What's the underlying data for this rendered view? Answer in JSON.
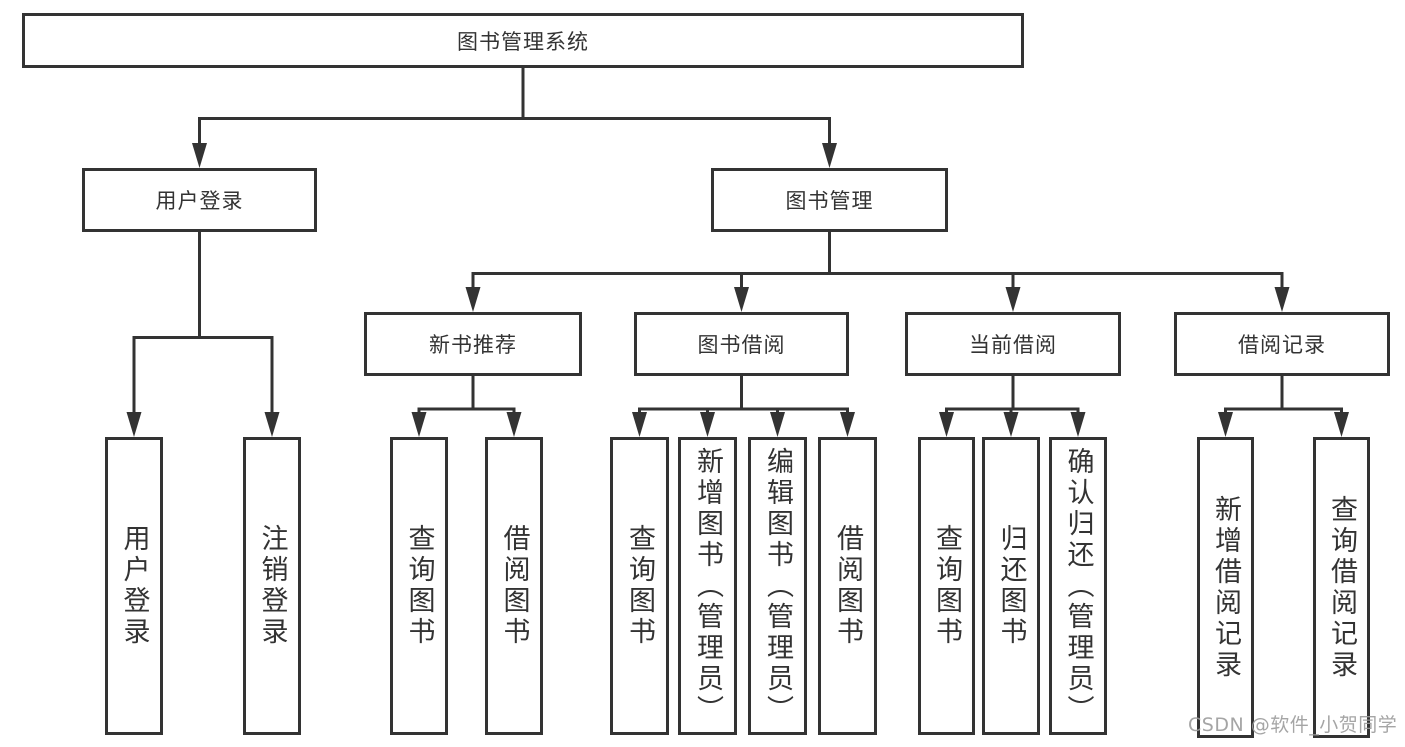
{
  "colors": {
    "line": "#333333",
    "text": "#333333",
    "box-bg": "#ffffff",
    "watermark": "#9c9c9c"
  },
  "tree": {
    "root": {
      "label": "图书管理系统"
    },
    "branches": [
      {
        "label": "用户登录",
        "children": [
          {
            "label": "用户登录"
          },
          {
            "label": "注销登录"
          }
        ]
      },
      {
        "label": "图书管理",
        "children": [
          {
            "label": "新书推荐",
            "children": [
              {
                "label": "查询图书"
              },
              {
                "label": "借阅图书"
              }
            ]
          },
          {
            "label": "图书借阅",
            "children": [
              {
                "label": "查询图书"
              },
              {
                "label": "新增图书（管理员）"
              },
              {
                "label": "编辑图书（管理员）"
              },
              {
                "label": "借阅图书"
              }
            ]
          },
          {
            "label": "当前借阅",
            "children": [
              {
                "label": "查询图书"
              },
              {
                "label": "归还图书"
              },
              {
                "label": "确认归还（管理员）"
              }
            ]
          },
          {
            "label": "借阅记录",
            "children": [
              {
                "label": "新增借阅记录"
              },
              {
                "label": "查询借阅记录"
              }
            ]
          }
        ]
      }
    ]
  },
  "watermark": {
    "text": "CSDN @软件_小贺同学"
  }
}
